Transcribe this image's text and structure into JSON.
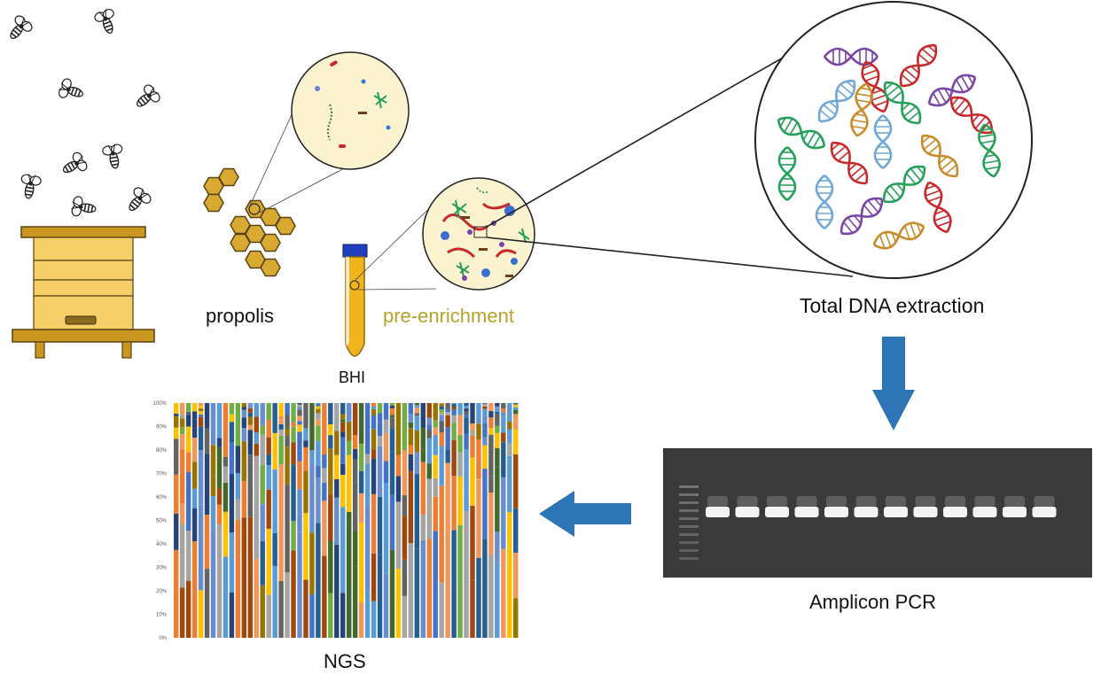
{
  "labels": {
    "propolis": "propolis",
    "pre_enrichment": "pre-enrichment",
    "bhi": "BHI",
    "total_dna": "Total DNA extraction",
    "amplicon_pcr": "Amplicon PCR",
    "ngs": "NGS"
  },
  "ngs_chart": {
    "y_ticks": [
      "0%",
      "10%",
      "20%",
      "30%",
      "40%",
      "50%",
      "60%",
      "70%",
      "80%",
      "90%",
      "100%"
    ]
  },
  "colors": {
    "hive_yellow": "#f6cf6b",
    "hive_dark": "#c9961f",
    "honeycomb": "#d9aa32",
    "tube": "#f2b41c",
    "tube_cap": "#1f3fbf",
    "arrow": "#2e75b6",
    "gel": "#3a3a3a",
    "pre_enrichment_text": "#b8a12a"
  },
  "icons": {
    "bee": "bee-icon",
    "hive": "beehive-icon",
    "honeycomb": "honeycomb-icon",
    "tube": "test-tube-icon",
    "dna": "dna-helix-icon",
    "gel": "gel-image",
    "arrow": "arrow-icon"
  }
}
